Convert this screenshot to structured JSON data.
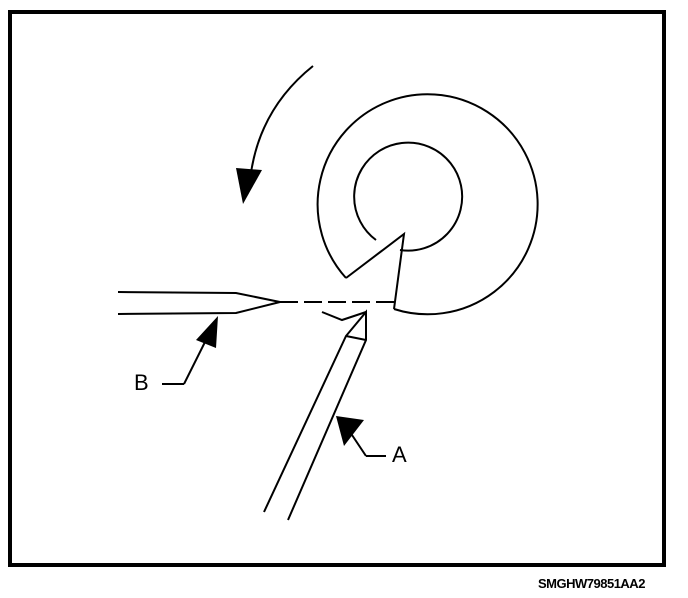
{
  "diagram": {
    "label_a": "A",
    "label_b": "B",
    "figure_id": "SMGHW79851AA2"
  },
  "colors": {
    "ink": "#000000",
    "paper": "#ffffff"
  }
}
